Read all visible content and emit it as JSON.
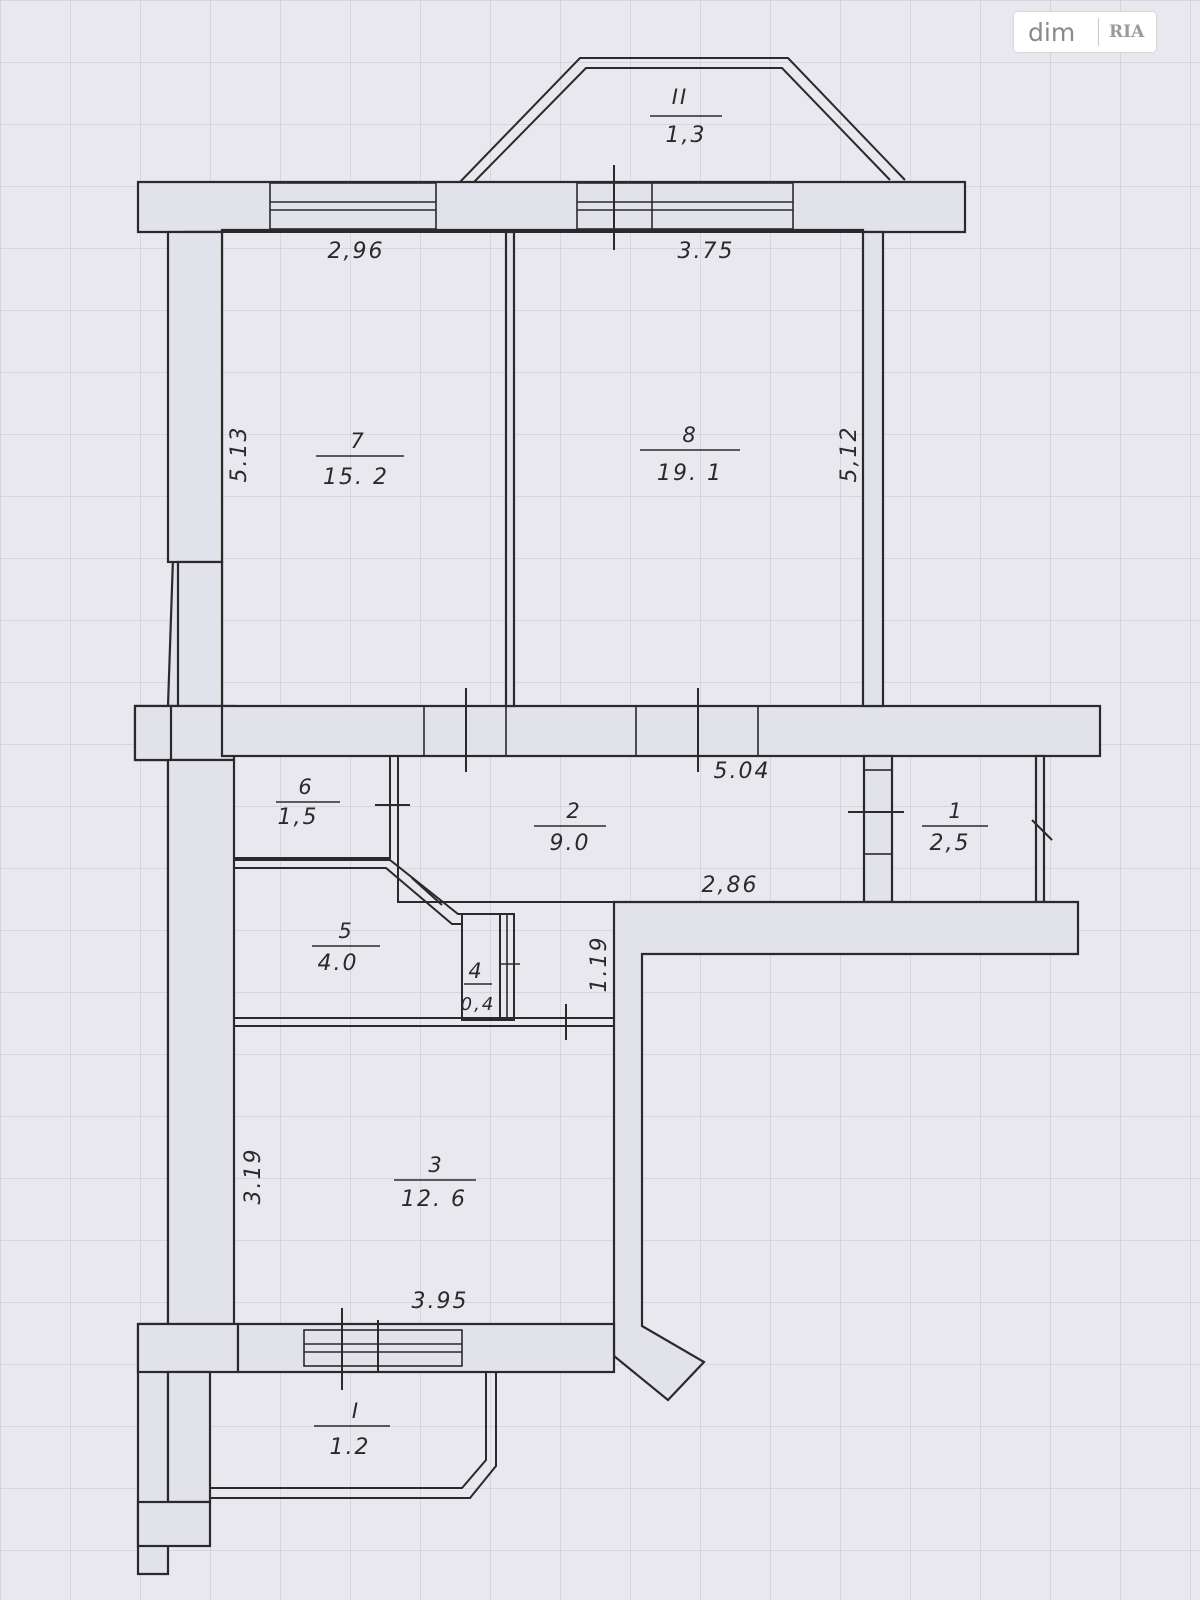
{
  "logo": {
    "left": "dim",
    "right": "RIA"
  },
  "rooms": [
    {
      "id": "II",
      "area": "1,3"
    },
    {
      "id": "7",
      "area": "15. 2"
    },
    {
      "id": "8",
      "area": "19. 1"
    },
    {
      "id": "6",
      "area": "1,5"
    },
    {
      "id": "2",
      "area": "9.0"
    },
    {
      "id": "1",
      "area": "2,5"
    },
    {
      "id": "5",
      "area": "4.0"
    },
    {
      "id": "4",
      "area": "0,4"
    },
    {
      "id": "3",
      "area": "12. 6"
    },
    {
      "id": "I",
      "area": "1.2"
    }
  ],
  "dimensions": {
    "room7_width": "2,96",
    "room8_width": "3.75",
    "room7_height": "5.13",
    "room8_height": "5,12",
    "corridor_length": "5.04",
    "corridor_lower": "2,86",
    "step_height": "1.19",
    "room3_height": "3.19",
    "room3_width": "3.95"
  }
}
